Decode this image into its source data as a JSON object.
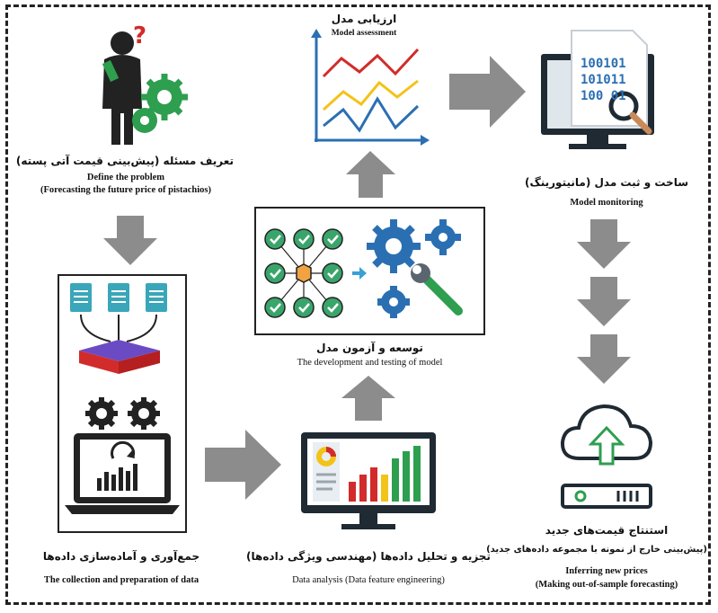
{
  "define": {
    "fa": "تعریف مسئله (پیش‌بینی قیمت آتی پسته)",
    "en1": "Define the problem",
    "en2": "(Forecasting the future price of pistachios)"
  },
  "assessment": {
    "fa": "ارزیابی مدل",
    "en": "Model assessment"
  },
  "monitoring": {
    "fa": "ساخت و ثبت مدل (مانیتورینگ)",
    "en": "Model monitoring",
    "binary": [
      "100101",
      "101011",
      "100 01"
    ]
  },
  "development": {
    "fa": "توسعه و آزمون مدل",
    "en": "The development and testing of model"
  },
  "collection": {
    "fa": "جمع‌آوری و آماده‌سازی داده‌ها",
    "en": "The collection and preparation of data"
  },
  "analysis": {
    "fa": "تجزیه و تحلیل داده‌ها (مهندسی ویژگی داده‌ها)",
    "en": "Data analysis (Data feature engineering)"
  },
  "inferring": {
    "fa": "استنتاج قیمت‌های جدید",
    "fa2": "(پیش‌بینی خارج از نمونه با مجموعه داده‌های جدید)",
    "en1": "Inferring new prices",
    "en2": "(Making out-of-sample forecasting)"
  },
  "colors": {
    "arrow": "#8c8c8c",
    "green": "#2e9e4f",
    "blue": "#2b6fb3",
    "red": "#d22b2b",
    "yellow": "#f2c318",
    "purple": "#6a4bc4",
    "dark": "#1f2a33"
  }
}
